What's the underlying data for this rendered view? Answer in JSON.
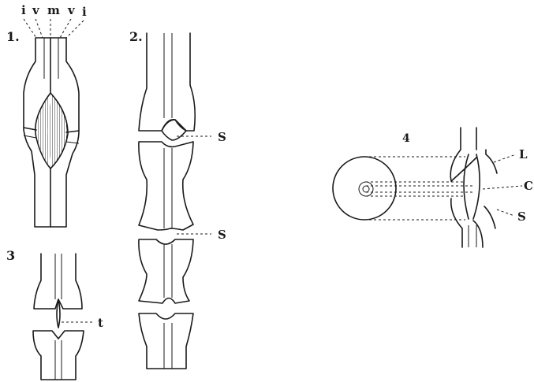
{
  "figures": {
    "fig1": {
      "number": "1.",
      "top_labels": [
        "i",
        "v",
        "m",
        "v",
        "i"
      ]
    },
    "fig2": {
      "number": "2.",
      "labels": [
        "S",
        "S"
      ]
    },
    "fig3": {
      "number": "3",
      "label": "t"
    },
    "fig4": {
      "number": "4",
      "labels": [
        "L",
        "C",
        "S"
      ]
    }
  },
  "colors": {
    "ink": "#1a1a1a",
    "paper": "#ffffff",
    "hatch": "#4a4a4a"
  }
}
